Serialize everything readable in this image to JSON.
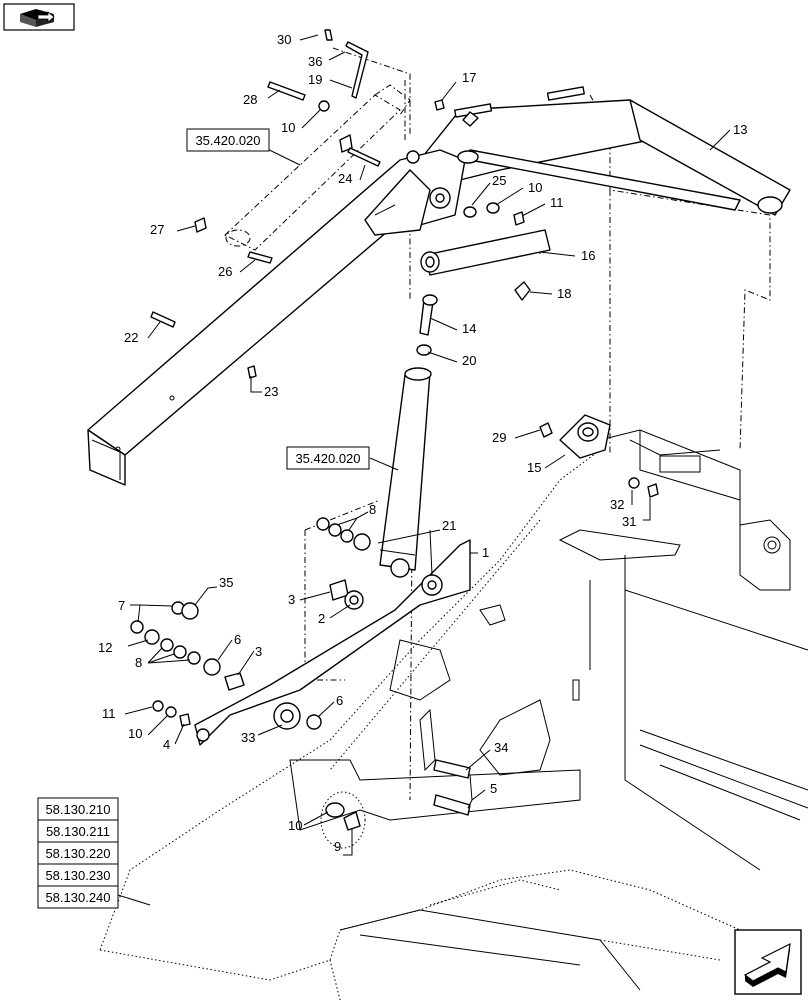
{
  "colors": {
    "ink": "#000000",
    "paper": "#ffffff"
  },
  "icons": {
    "top_left": "book-arrow-icon",
    "bottom_right": "next-page-arrow-icon"
  },
  "references": {
    "upper_cylinder": "35.420.020",
    "lower_cylinder": "35.420.020",
    "stack": [
      "58.130.210",
      "58.130.211",
      "58.130.220",
      "58.130.230",
      "58.130.240"
    ]
  },
  "callouts": {
    "c30": "30",
    "c36": "36",
    "c19": "19",
    "c17": "17",
    "c28": "28",
    "c10a": "10",
    "c13": "13",
    "c25": "25",
    "c10b": "10",
    "c11a": "11",
    "c24": "24",
    "c27": "27",
    "c26": "26",
    "c16": "16",
    "c18": "18",
    "c22": "22",
    "c14": "14",
    "c20": "20",
    "c23": "23",
    "c29": "29",
    "c15": "15",
    "c32": "32",
    "c31": "31",
    "c8a": "8",
    "c21": "21",
    "c1": "1",
    "c35": "35",
    "c7": "7",
    "c3a": "3",
    "c2": "2",
    "c6a": "6",
    "c12": "12",
    "c3b": "3",
    "c8b": "8",
    "c11b": "11",
    "c6b": "6",
    "c10c": "10",
    "c4": "4",
    "c33": "33",
    "c34": "34",
    "c5": "5",
    "c10d": "10",
    "c9": "9"
  }
}
